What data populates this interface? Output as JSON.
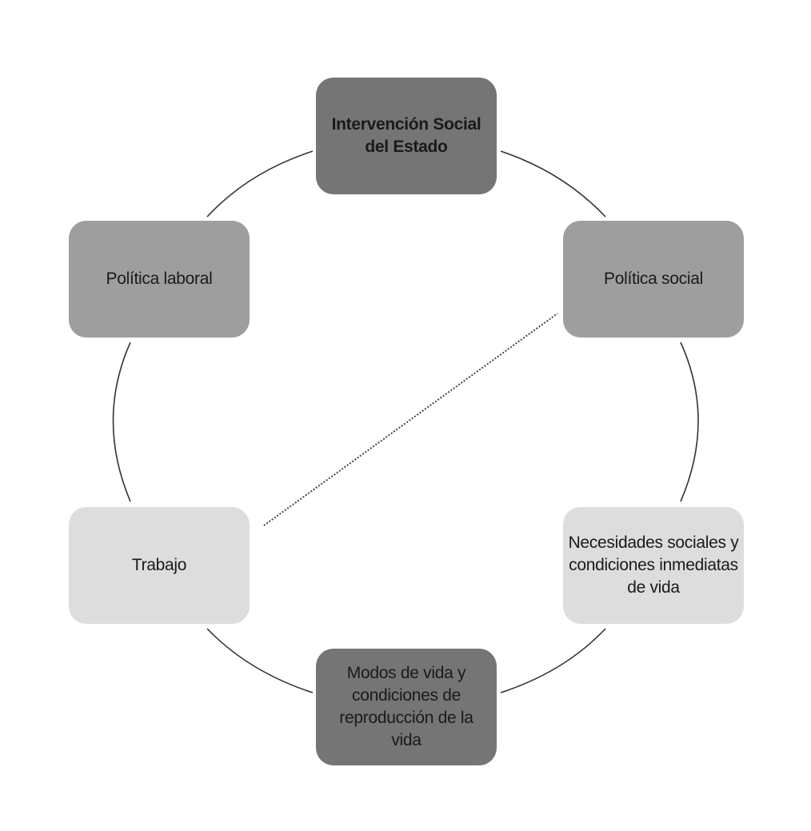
{
  "nodes": {
    "intervencion": {
      "label": "Intervención Social del Estado",
      "fill": "#757575"
    },
    "politica_social": {
      "label": "Política social",
      "fill": "#9e9e9e"
    },
    "politica_laboral": {
      "label": "Política laboral",
      "fill": "#9e9e9e"
    },
    "trabajo": {
      "label": "Trabajo",
      "fill": "#dddddd"
    },
    "necesidades": {
      "label": "Necesidades sociales y condiciones inmediatas de vida",
      "fill": "#dddddd"
    },
    "modos_de_vida": {
      "label": "Modos de vida y condiciones de reproducción de la vida",
      "fill": "#757575"
    }
  },
  "connections": [
    {
      "from": "trabajo",
      "to": "politica_social",
      "style": "dotted"
    }
  ],
  "colors": {
    "ring": "#333333",
    "dotted": "#444444"
  }
}
